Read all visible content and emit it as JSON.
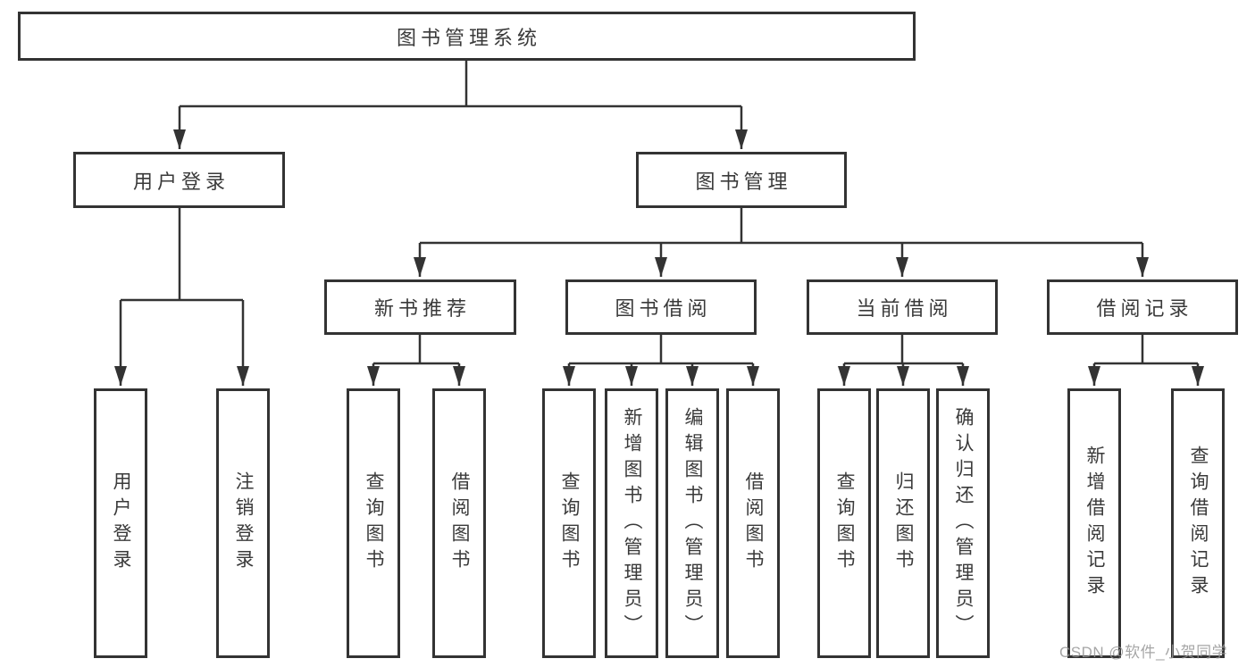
{
  "diagram": {
    "title": "图书管理系统",
    "level2": {
      "user_login": "用户登录",
      "book_mgmt": "图书管理"
    },
    "level3": {
      "new_books": "新书推荐",
      "book_borrow": "图书借阅",
      "current_borrow": "当前借阅",
      "borrow_records": "借阅记录"
    },
    "leaves": {
      "user": [
        "用户登录",
        "注销登录"
      ],
      "new_books": [
        "查询图书",
        "借阅图书"
      ],
      "book_borrow": [
        "查询图书",
        "新增图书（管理员）",
        "编辑图书（管理员）",
        "借阅图书"
      ],
      "current_borrow": [
        "查询图书",
        "归还图书",
        "确认归还（管理员）"
      ],
      "borrow_records": [
        "新增借阅记录",
        "查询借阅记录"
      ]
    },
    "watermark": "CSDN @软件_小贺同学",
    "colors": {
      "line": "#333333",
      "text": "#3a3a3a",
      "watermark": "#969696",
      "background": "#ffffff"
    }
  }
}
